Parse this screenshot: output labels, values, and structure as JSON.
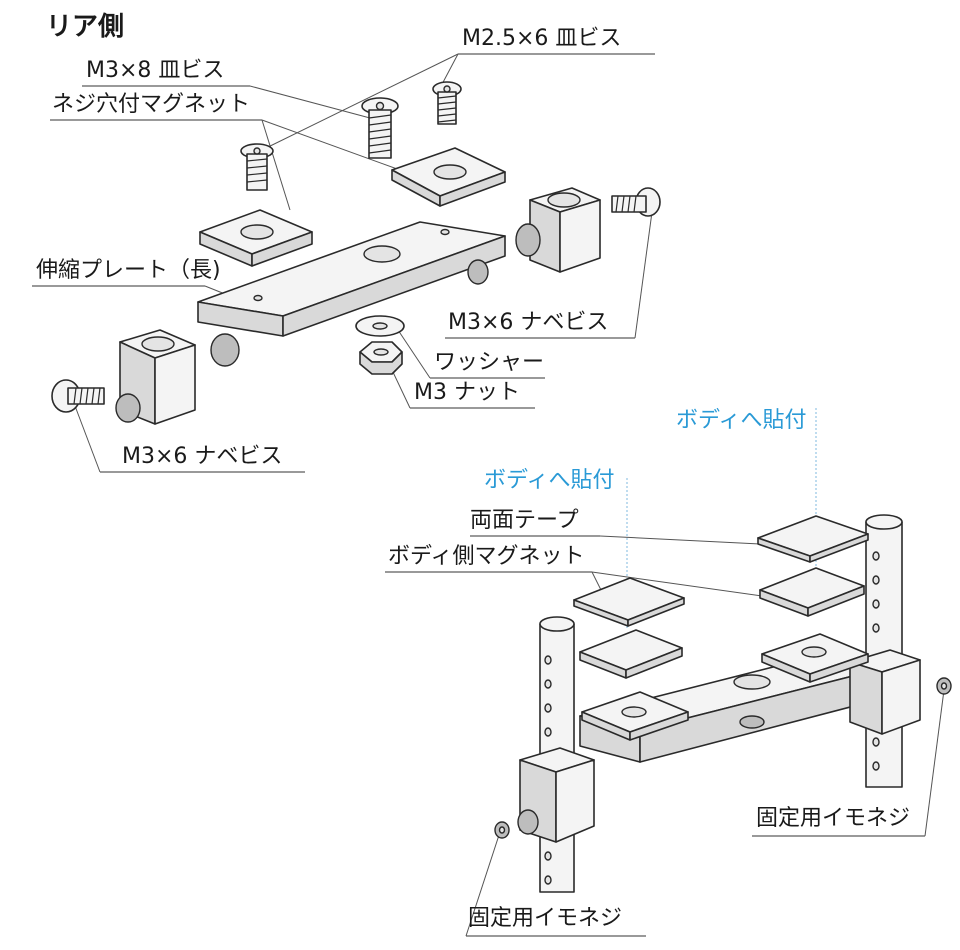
{
  "diagram": {
    "title": "リア側",
    "labels": {
      "m25_screw": "M2.5×6 皿ビス",
      "m3x8_screw": "M3×8 皿ビス",
      "magnet_with_hole": "ネジ穴付マグネット",
      "extension_plate": "伸縮プレート（長)",
      "m3x6_pan_right": "M3×6 ナベビス",
      "washer": "ワッシャー",
      "m3_nut": "M3 ナット",
      "m3x6_pan_left": "M3×6 ナベビス",
      "attach_body_1": "ボディへ貼付",
      "attach_body_2": "ボディへ貼付",
      "double_tape": "両面テープ",
      "body_magnet": "ボディ側マグネット",
      "set_screw_right": "固定用イモネジ",
      "set_screw_bottom": "固定用イモネジ"
    },
    "colors": {
      "text": "#1a1a1a",
      "accent": "#2a9ad6"
    }
  }
}
